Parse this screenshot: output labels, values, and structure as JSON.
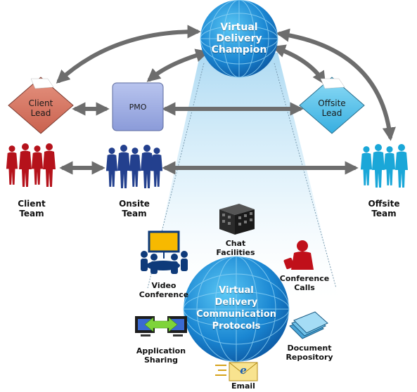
{
  "center_top": {
    "text": "Virtual\nDelivery\nChampion"
  },
  "center_bottom": {
    "text": "Virtual\nDelivery\nCommunication\nProtocols"
  },
  "client_lead": {
    "text": "Client\nLead"
  },
  "pmo": {
    "text": "PMO"
  },
  "offsite_lead": {
    "text": "Offsite\nLead"
  },
  "teams": {
    "client": "Client\nTeam",
    "onsite": "Onsite\nTeam",
    "offsite": "Offsite\nTeam"
  },
  "tools": {
    "chat": "Chat\nFacilities",
    "video": "Video\nConference",
    "conference": "Conference\nCalls",
    "sharing": "Application\nSharing",
    "document": "Document\nRepository",
    "email": "Email"
  },
  "colors": {
    "client": "#b5121b",
    "onsite": "#23408e",
    "offsite": "#1aa7d8",
    "globe": "#1e8fd8",
    "arrow": "#6d6d6d",
    "beam": "#cfe9f7"
  }
}
